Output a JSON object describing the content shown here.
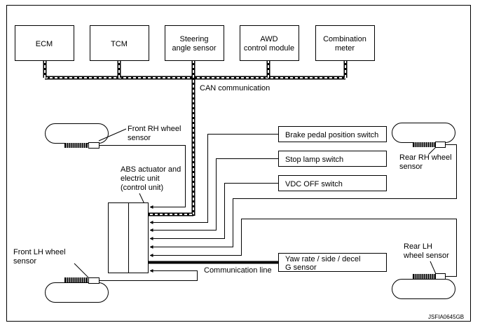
{
  "can_modules": [
    {
      "id": "ecm",
      "lines": [
        "ECM"
      ]
    },
    {
      "id": "tcm",
      "lines": [
        "TCM"
      ]
    },
    {
      "id": "steering",
      "lines": [
        "Steering",
        "angle sensor"
      ]
    },
    {
      "id": "awd",
      "lines": [
        "AWD",
        "control module"
      ]
    },
    {
      "id": "combination",
      "lines": [
        "Combination",
        "meter"
      ]
    }
  ],
  "labels": {
    "can_communication": "CAN communication",
    "front_rh_sensor": [
      "Front RH wheel",
      "sensor"
    ],
    "abs_unit": [
      "ABS actuator and",
      "electric unit",
      "(control unit)"
    ],
    "front_lh_sensor": [
      "Front LH wheel",
      "sensor"
    ],
    "rear_rh_sensor": [
      "Rear RH wheel",
      "sensor"
    ],
    "rear_lh_sensor": [
      "Rear LH",
      "wheel sensor"
    ],
    "communication_line": "Communication line",
    "figure_code": "JSFIA0645GB"
  },
  "switch_boxes": [
    {
      "id": "brake",
      "lines": [
        "Brake pedal position switch"
      ]
    },
    {
      "id": "stop",
      "lines": [
        "Stop lamp switch"
      ]
    },
    {
      "id": "vdc",
      "lines": [
        "VDC OFF switch"
      ]
    },
    {
      "id": "yaw",
      "lines": [
        "Yaw rate / side / decel",
        "G sensor"
      ]
    }
  ],
  "colors": {
    "line": "#000000",
    "background": "#ffffff"
  }
}
